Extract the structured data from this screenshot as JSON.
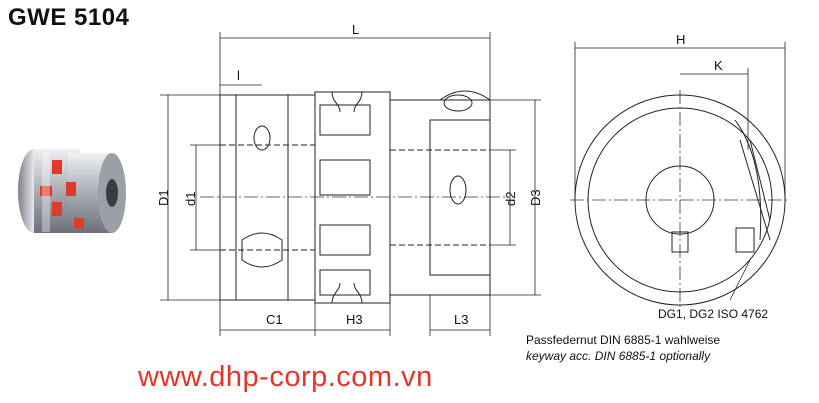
{
  "title": "GWE 5104",
  "labels": {
    "L": "L",
    "l": "l",
    "D1": "D1",
    "d1": "d1",
    "d2": "d2",
    "D3": "D3",
    "C1": "C1",
    "H3": "H3",
    "L3": "L3",
    "H": "H",
    "K": "K",
    "DG": "DG1, DG2 ISO 4762"
  },
  "notes": {
    "de": "Passfedernut DIN 6885-1 wahlweise",
    "en": "keyway acc. DIN 6885-1 optionally"
  },
  "website": "www.dhp-corp.com.vn",
  "colors": {
    "brand_red": "#e8332a",
    "steel": "#c9ccd0",
    "spider": "#e03a2a"
  }
}
